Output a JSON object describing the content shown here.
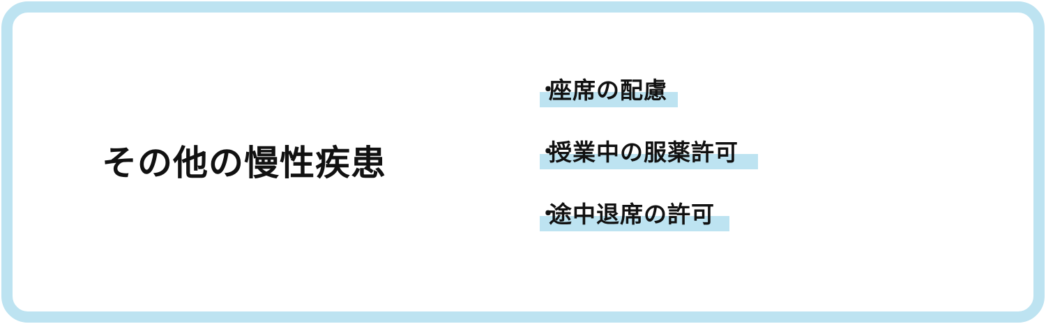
{
  "panel": {
    "title": "その他の慢性疾患",
    "items": [
      {
        "bullet": "・",
        "label": "座席の配慮"
      },
      {
        "bullet": "・",
        "label": "授業中の服薬許可"
      },
      {
        "bullet": "・",
        "label": "途中退席の許可"
      }
    ],
    "colors": {
      "border": "#bde3f1",
      "highlight": "#bde3f1",
      "text": "#111111",
      "background": "#ffffff"
    }
  }
}
